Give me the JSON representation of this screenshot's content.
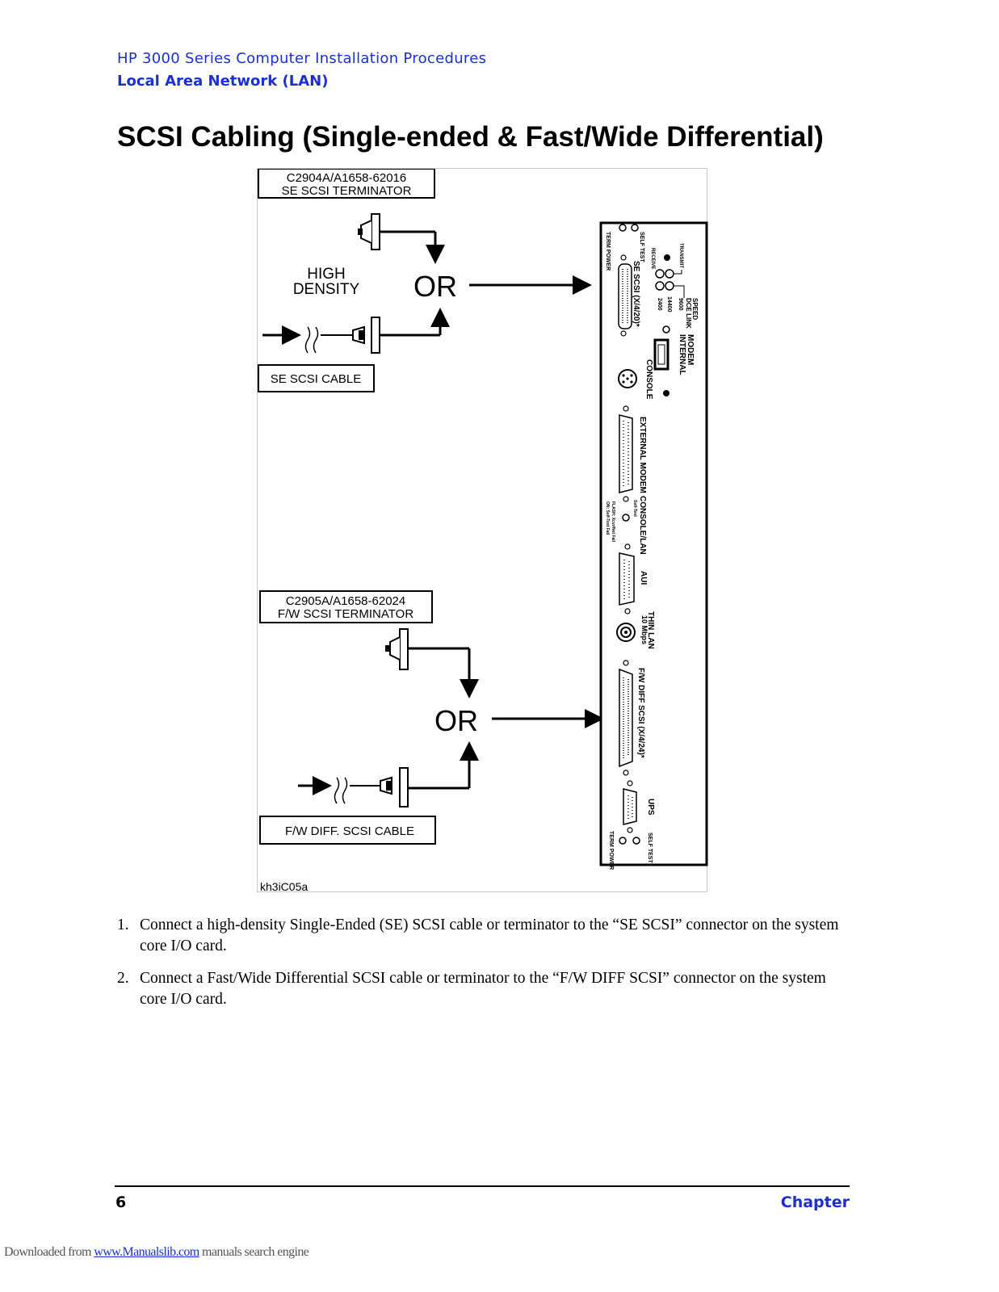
{
  "header": {
    "book_title": "HP 3000 Series Computer Installation Procedures",
    "section": "Local Area Network (LAN)"
  },
  "page_title": "SCSI Cabling (Single-ended & Fast/Wide Differential)",
  "figure": {
    "se_terminator_label_1": "C2904A/A1658-62016",
    "se_terminator_label_2": "SE SCSI TERMINATOR",
    "high_density_1": "HIGH",
    "high_density_2": "DENSITY",
    "or_top": "OR",
    "se_cable_label": "SE SCSI CABLE",
    "fw_terminator_label_1": "C2905A/A1658-62024",
    "fw_terminator_label_2": "F/W SCSI TERMINATOR",
    "or_bottom": "OR",
    "fw_cable_label": "F/W DIFF. SCSI CABLE",
    "figure_id": "kh3iC05a",
    "panel": {
      "term_power_top": "TERM POWER",
      "self_test_top": "SELF TEST",
      "receive": "RECEIVE",
      "transmit": "TRANSMIT",
      "se_scsi": "SE SCSI (X/4/20)*",
      "speed_2400": "2400",
      "speed_14400": "14400",
      "speed_9600": "9600",
      "dce_link_speed_1": "DCE LINK",
      "dce_link_speed_2": "SPEED",
      "internal_modem_1": "INTERNAL",
      "internal_modem_2": "MODEM",
      "console": "CONSOLE",
      "external_modem": "EXTERNAL MODEM",
      "console_lan": "CONSOLE/LAN",
      "self_test_small": "Self-Test",
      "flash_1": "FLASH: Xcvr/Net Fail",
      "flash_2": "ON: Self-Test Fail",
      "aui": "AUI",
      "thin_lan_1": "THIN LAN",
      "thin_lan_2": "10 Mbps",
      "fw_diff_scsi": "F/W DIFF SCSI (X/4/24)*",
      "ups": "UPS",
      "term_power_bottom": "TERM POWER",
      "self_test_bottom": "SELF TEST"
    }
  },
  "steps": [
    {
      "num": "1.",
      "text": "Connect a high-density Single-Ended (SE) SCSI cable or terminator to the “SE SCSI” connector on the system core I/O card."
    },
    {
      "num": "2.",
      "text": " Connect a Fast/Wide Differential SCSI cable or terminator to the “F/W DIFF SCSI” connector on the system core I/O card."
    }
  ],
  "footer": {
    "page_number": "6",
    "chapter": "Chapter",
    "download_prefix": "Downloaded from ",
    "download_link": "www.Manualslib.com",
    "download_suffix": "  manuals search engine"
  }
}
